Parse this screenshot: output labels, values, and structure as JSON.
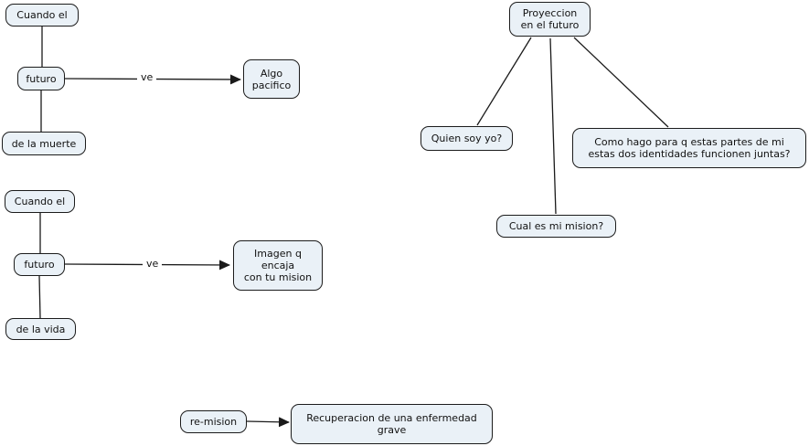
{
  "colors": {
    "canvas_bg": "#ffffff",
    "node_fill": "#eaf1f7",
    "node_border": "#1c1c1c",
    "line_color": "#1a1a1a",
    "text_color": "#111111"
  },
  "map1": {
    "cuando_el": "Cuando el",
    "futuro": "futuro",
    "de_la_muerte": "de la muerte",
    "ve": "ve",
    "algo_pacifico": "Algo\npacifico"
  },
  "map2": {
    "cuando_el": "Cuando el",
    "futuro": "futuro",
    "de_la_vida": "de la vida",
    "ve": "ve",
    "imagen": "Imagen q\nencaja\ncon tu mision"
  },
  "map3": {
    "proyeccion": "Proyeccion\nen el futuro",
    "quien_soy": "Quien soy yo?",
    "como_hago": "Como hago para q estas partes de mi\nestas dos identidades funcionen juntas?",
    "cual_mision": "Cual es mi mision?"
  },
  "map4": {
    "re_mision": "re-mision",
    "recuperacion": "Recuperacion de una enfermedad\ngrave"
  }
}
